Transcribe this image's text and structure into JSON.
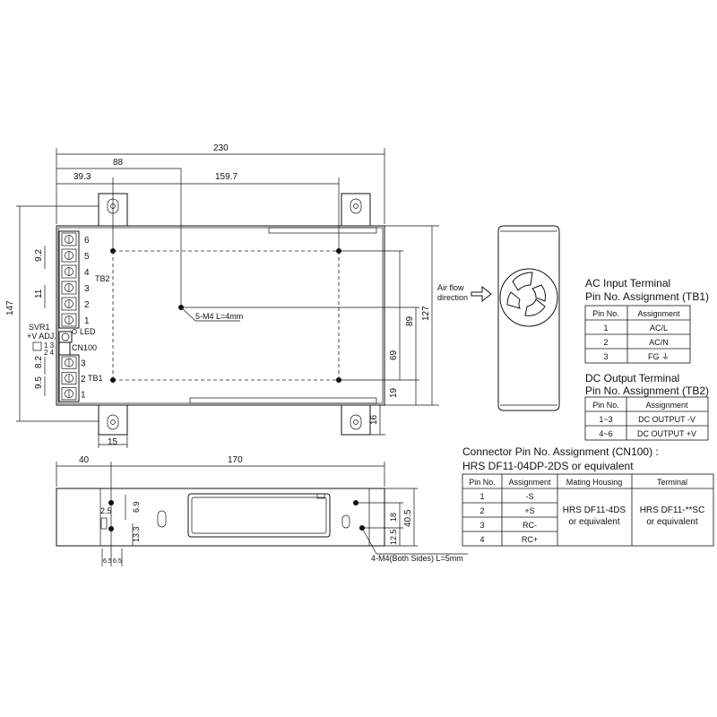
{
  "top_view": {
    "dim_total_width": "230",
    "dim_left_88": "88",
    "dim_left_39_3": "39.3",
    "dim_159_7": "159.7",
    "dim_height_147": "147",
    "dim_127": "127",
    "dim_89": "89",
    "dim_69": "69",
    "dim_19": "19",
    "dim_16": "16",
    "dim_15": "15",
    "dim_9_2": "9.2",
    "dim_11": "11",
    "dim_8_2": "8.2",
    "dim_9_5": "9.5",
    "screw_note": "5-M4 L=4mm",
    "tb2_label": "TB2",
    "tb1_label": "TB1",
    "tb2_pins": [
      "6",
      "5",
      "4",
      "3",
      "2",
      "1"
    ],
    "tb1_pins": [
      "3",
      "2",
      "1"
    ],
    "svr1_label": "SVR1",
    "adj_label": "+V ADJ.",
    "led_label": "LED",
    "cn100_label": "CN100",
    "cn100_pins_top": "1 3",
    "cn100_pins_bottom": "2 4"
  },
  "side_view": {
    "dim_40": "40",
    "dim_170": "170",
    "dim_2_5": "2.5",
    "dim_6_9": "6.9",
    "dim_13_3": "13.3",
    "dim_6_5_a": "6.5",
    "dim_6_5_b": "6.5",
    "dim_18": "18",
    "dim_12_5": "12.5",
    "dim_40_5": "40.5",
    "screw_note": "4-M4(Both Sides) L=5mm"
  },
  "airflow": {
    "line1": "Air flow",
    "line2": "direction"
  },
  "ac_input": {
    "title": "AC Input Terminal",
    "subtitle": "Pin No.  Assignment (TB1)",
    "headers": [
      "Pin No.",
      "Assignment"
    ],
    "rows": [
      [
        "1",
        "AC/L"
      ],
      [
        "2",
        "AC/N"
      ],
      [
        "3",
        "FG ⏚"
      ]
    ]
  },
  "dc_output": {
    "title": "DC Output Terminal",
    "subtitle": "Pin No.  Assignment (TB2)",
    "headers": [
      "Pin No.",
      "Assignment"
    ],
    "rows": [
      [
        "1~3",
        "DC OUTPUT -V"
      ],
      [
        "4~6",
        "DC OUTPUT +V"
      ]
    ]
  },
  "connector": {
    "title": "Connector Pin No. Assignment (CN100) :",
    "subtitle": "HRS DF11-04DP-2DS or equivalent",
    "headers": [
      "Pin No.",
      "Assignment",
      "Mating Housing",
      "Terminal"
    ],
    "pins": [
      "1",
      "2",
      "3",
      "4"
    ],
    "assignments": [
      "-S",
      "+S",
      "RC-",
      "RC+"
    ],
    "housing_line1": "HRS DF11-4DS",
    "housing_line2": "or equivalent",
    "terminal_line1": "HRS DF11-**SC",
    "terminal_line2": "or equivalent"
  }
}
